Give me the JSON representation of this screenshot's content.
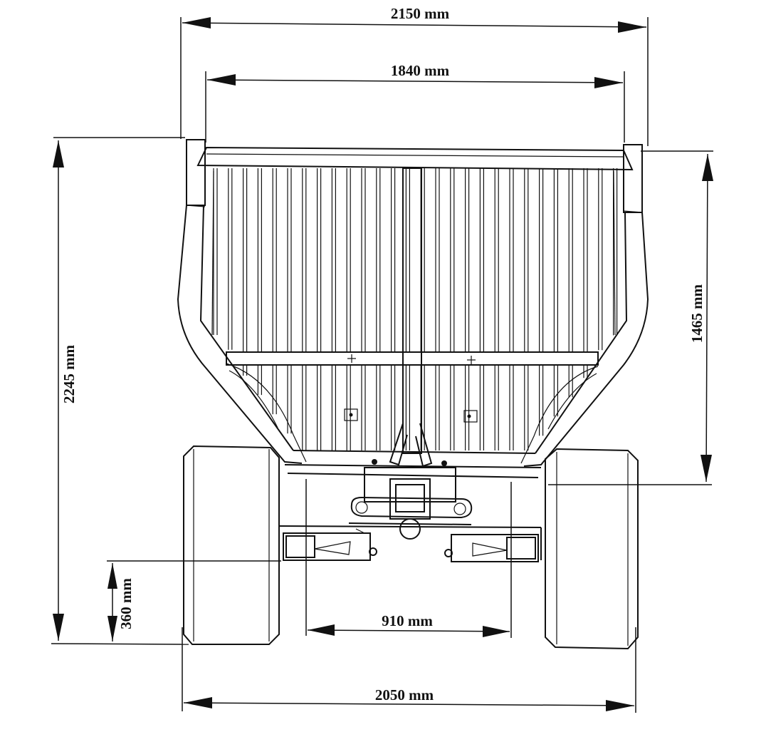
{
  "dimensions": {
    "overall_width": "2150 mm",
    "box_width": "1840 mm",
    "overall_height": "2245 mm",
    "box_height": "1465 mm",
    "ground_clearance": "360 mm",
    "inner_track": "910 mm",
    "track_width": "2050 mm"
  }
}
